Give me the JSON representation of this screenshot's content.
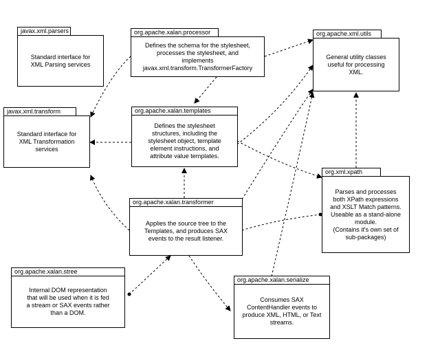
{
  "packages": {
    "parsers": {
      "name": "javax.xml.parsers",
      "desc": "Standard interface for\nXML Parsing services"
    },
    "processor": {
      "name": "org.apache.xalan.processor",
      "desc": "Defines the schema for the stylesheet,\nprocesses the stylesheet, and\nimplements\njavax.xml.transform.TransformerFactory"
    },
    "utils": {
      "name": "org.apache.xml.utils",
      "desc": "General utility classes\nuseful for processing\nXML."
    },
    "transform": {
      "name": "javax.xml.transform",
      "desc": "Standard interface for\nXML Transformation\nservices"
    },
    "templates": {
      "name": "org.apache.xalan.templates",
      "desc": "Defines the stylesheet\nstructures, including the\nstylesheet object, template\nelement instructions, and\nattribute value templates."
    },
    "xpath": {
      "name": "org.xml.xpath",
      "desc": "Parses and processes\nboth XPath expressions\nand XSLT Match patterns.\nUseable as a stand-alone\nmodule.\n(Contains it's own set of\nsub-packages)"
    },
    "transformer": {
      "name": "org.apache.xalan.transformer",
      "desc": "Applies the source tree to the\nTemplates, and produces SAX\nevents to the result listener."
    },
    "stree": {
      "name": "org.apache.xalan.stree",
      "desc": "Internal DOM representation\nthat will be used when it is fed\na stream or SAX events rather\nthan a DOM."
    },
    "serialize": {
      "name": "org.apache.xalan.serialize",
      "desc": "Consumes SAX\nContentHandler events to\nproduce XML, HTML, or Text\nstreams."
    }
  }
}
